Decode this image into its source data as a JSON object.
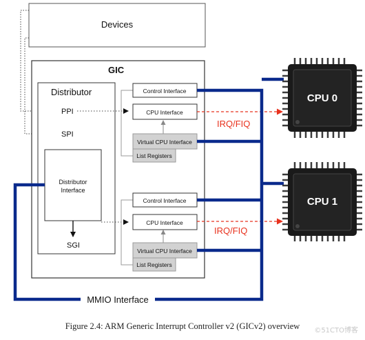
{
  "devices": {
    "label": "Devices"
  },
  "gic": {
    "label": "GIC",
    "distributor": {
      "label": "Distributor",
      "ppi": "PPI",
      "spi": "SPI",
      "interface_line1": "Distributor",
      "interface_line2": "Interface",
      "sgi": "SGI"
    },
    "cpu_interfaces": [
      {
        "control": "Control Interface",
        "cpu": "CPU Interface",
        "virtual": "Virtual CPU Interface",
        "list_registers": "List Registers"
      },
      {
        "control": "Control Interface",
        "cpu": "CPU Interface",
        "virtual": "Virtual CPU Interface",
        "list_registers": "List Registers"
      }
    ]
  },
  "cpus": [
    {
      "label": "CPU 0",
      "irq": "IRQ/FIQ"
    },
    {
      "label": "CPU 1",
      "irq": "IRQ/FIQ"
    }
  ],
  "mmio": {
    "label": "MMIO Interface"
  },
  "caption": "Figure 2.4: ARM Generic Interrupt Controller v2 (GICv2) overview",
  "watermark": "©51CTO博客",
  "colors": {
    "bus": "#0a2a8c",
    "irq": "#e8321e",
    "cpu_chip": "#1a1a1a",
    "shaded_box": "#d2d2d2"
  }
}
